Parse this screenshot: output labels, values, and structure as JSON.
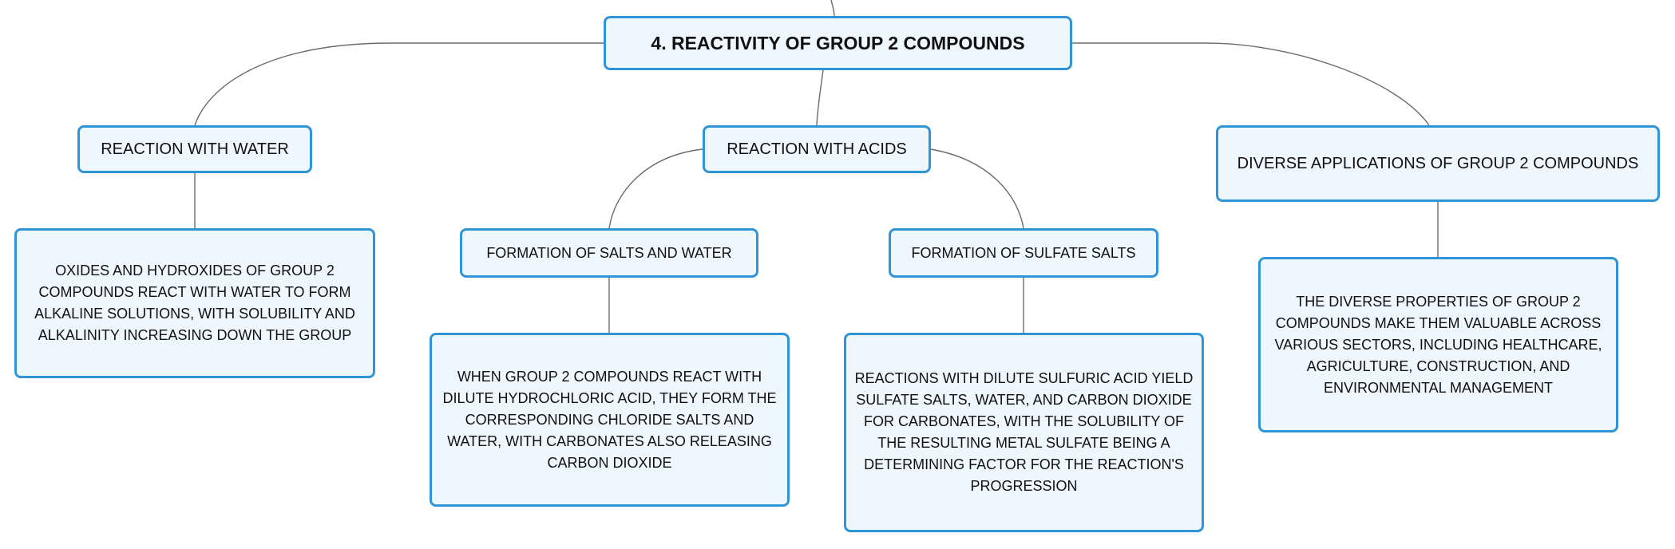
{
  "root": {
    "title": "4. REACTIVITY OF GROUP 2 COMPOUNDS"
  },
  "branches": {
    "water": {
      "label": "REACTION WITH WATER",
      "detail": "OXIDES AND HYDROXIDES OF GROUP 2 COMPOUNDS REACT WITH WATER TO FORM ALKALINE SOLUTIONS, WITH SOLUBILITY AND ALKALINITY INCREASING DOWN THE GROUP"
    },
    "acids": {
      "label": "REACTION WITH ACIDS",
      "salts_water": {
        "label": "FORMATION OF SALTS AND WATER",
        "detail": "WHEN GROUP 2 COMPOUNDS REACT WITH DILUTE HYDROCHLORIC ACID, THEY FORM THE CORRESPONDING CHLORIDE SALTS AND WATER, WITH CARBONATES ALSO RELEASING CARBON DIOXIDE"
      },
      "sulfate_salts": {
        "label": "FORMATION OF SULFATE SALTS",
        "detail": "REACTIONS WITH DILUTE SULFURIC ACID YIELD SULFATE SALTS, WATER, AND CARBON DIOXIDE FOR CARBONATES, WITH THE SOLUBILITY OF THE RESULTING METAL SULFATE BEING A DETERMINING FACTOR FOR THE REACTION'S PROGRESSION"
      }
    },
    "applications": {
      "label": "DIVERSE APPLICATIONS OF GROUP 2 COMPOUNDS",
      "detail": "THE DIVERSE PROPERTIES OF GROUP 2 COMPOUNDS MAKE THEM VALUABLE ACROSS VARIOUS SECTORS, INCLUDING HEALTHCARE, AGRICULTURE, CONSTRUCTION, AND ENVIRONMENTAL MANAGEMENT"
    }
  },
  "colors": {
    "node_fill": "#eef7fd",
    "node_border": "#2f95d6",
    "connector": "#6b6b6b",
    "text": "#111111"
  }
}
